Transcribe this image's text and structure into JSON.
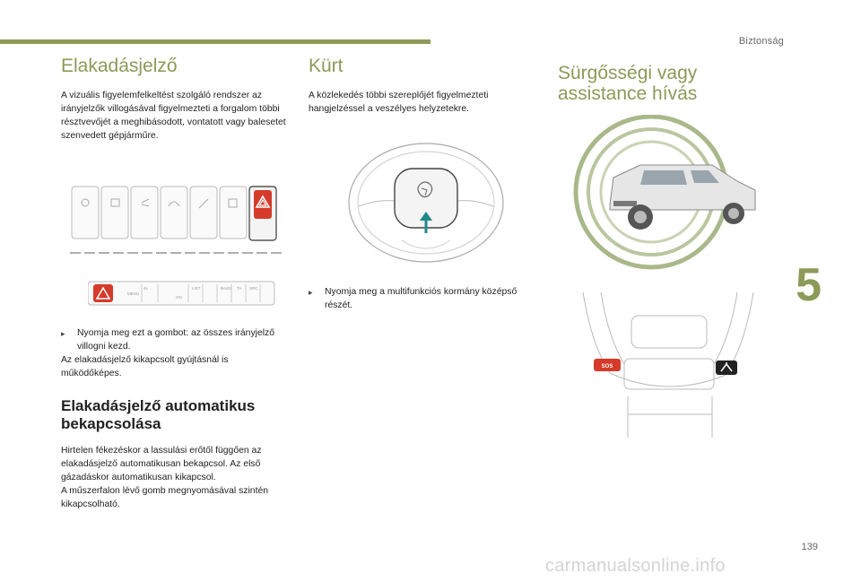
{
  "header": {
    "section": "Biztonság"
  },
  "chapter": "5",
  "page_number": "139",
  "watermark": "carmanualsonline.info",
  "col1": {
    "title": "Elakadásjelző",
    "intro": "A vizuális figyelemfelkeltést szolgáló rendszer az irányjelzők villogásával figyelmezteti a forgalom többi résztvevőjét a meghibásodott, vontatott vagy balesetet szenvedett gépjárműre.",
    "bullet": "Nyomja meg ezt a gombot: az összes irányjelző villogni kezd.",
    "note": "Az elakadásjelző kikapcsolt gyújtásnál is működőképes.",
    "subtitle": "Elakadásjelző automatikus bekapcsolása",
    "auto_text_1": "Hirtelen fékezéskor a lassulási erőtől függően az elakadásjelző automatikusan bekapcsol. Az első gázadáskor automatikusan kikapcsol.",
    "auto_text_2": "A műszerfalon lévő gomb megnyomásával szintén kikapcsolható.",
    "strip_labels": [
      "MENU",
      "4x",
      "ON",
      "LIST",
      "BASS",
      "TA",
      "SRC"
    ]
  },
  "col2": {
    "title": "Kürt",
    "intro": "A közlekedés többi szereplőjét figyelmezteti hangjelzéssel a veszélyes helyzetekre.",
    "bullet": "Nyomja meg a multifunkciós kormány középső részét."
  },
  "col3": {
    "title": "Sürgősségi vagy assistance hívás",
    "sos_label": "SOS"
  },
  "colors": {
    "accent": "#8c9a58",
    "hazard": "#d63a2a",
    "horn_arrow": "#1f8a8a"
  }
}
